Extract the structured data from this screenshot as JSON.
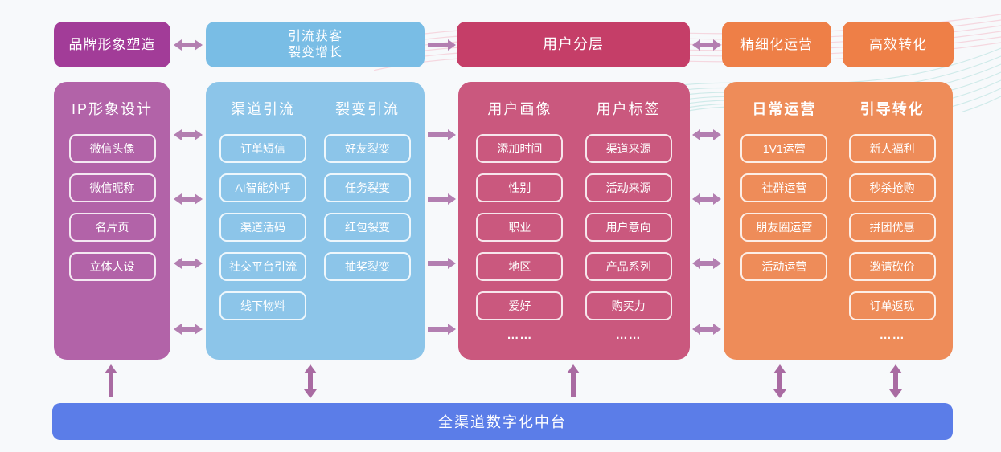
{
  "headers": {
    "brand": "品牌形象塑造",
    "growth_line1": "引流获客",
    "growth_line2": "裂变增长",
    "segmentation": "用户分层",
    "refined_operation": "精细化运营",
    "efficient_conversion": "高效转化"
  },
  "columns": [
    {
      "name": "ip-image-design",
      "groups": [
        {
          "title": "IP形象设计",
          "items": [
            "微信头像",
            "微信昵称",
            "名片页",
            "立体人设"
          ],
          "ellipsis": ""
        }
      ]
    },
    {
      "name": "traffic-acquisition",
      "groups": [
        {
          "title": "渠道引流",
          "items": [
            "订单短信",
            "AI智能外呼",
            "渠道活码",
            "社交平台引流",
            "线下物料"
          ],
          "ellipsis": ""
        },
        {
          "title": "裂变引流",
          "items": [
            "好友裂变",
            "任务裂变",
            "红包裂变",
            "抽奖裂变"
          ],
          "ellipsis": ""
        }
      ]
    },
    {
      "name": "user-segmentation",
      "groups": [
        {
          "title": "用户画像",
          "items": [
            "添加时间",
            "性别",
            "职业",
            "地区",
            "爱好"
          ],
          "ellipsis": "……"
        },
        {
          "title": "用户标签",
          "items": [
            "渠道来源",
            "活动来源",
            "用户意向",
            "产品系列",
            "购买力"
          ],
          "ellipsis": "……"
        }
      ]
    },
    {
      "name": "operation-conversion",
      "groups": [
        {
          "title": "日常运营",
          "items": [
            "1V1运营",
            "社群运营",
            "朋友圈运营",
            "活动运营"
          ],
          "ellipsis": ""
        },
        {
          "title": "引导转化",
          "items": [
            "新人福利",
            "秒杀抢购",
            "拼团优惠",
            "邀请砍价",
            "订单返现"
          ],
          "ellipsis": "……"
        }
      ]
    }
  ],
  "platform_bar": {
    "label": "全渠道数字化中台"
  },
  "colors": {
    "header_brand": "#a23c98",
    "header_growth": "#79bde5",
    "header_segmentation": "#c53e68",
    "header_operation": "#ee7f47",
    "column_purple": "#b263a8",
    "column_blue": "#8cc5e9",
    "column_pink": "#ca587e",
    "column_orange": "#ee8c59",
    "platform_bar": "#5b7de8",
    "arrow_horizontal": "#b37fb1",
    "arrow_vertical": "#a96ba2"
  }
}
